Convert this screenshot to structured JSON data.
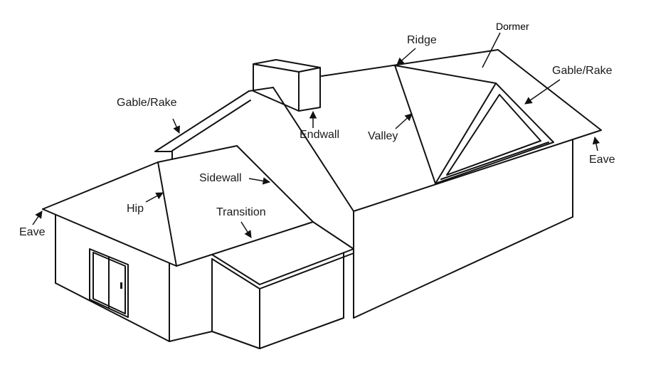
{
  "labels": {
    "gable_rake_left": "Gable/Rake",
    "ridge": "Ridge",
    "dormer": "Dormer",
    "gable_rake_right": "Gable/Rake",
    "endwall": "Endwall",
    "valley": "Valley",
    "eave_right": "Eave",
    "sidewall": "Sidewall",
    "hip": "Hip",
    "transition": "Transition",
    "eave_left": "Eave"
  },
  "colors": {
    "line": "#111111",
    "background": "#ffffff"
  }
}
